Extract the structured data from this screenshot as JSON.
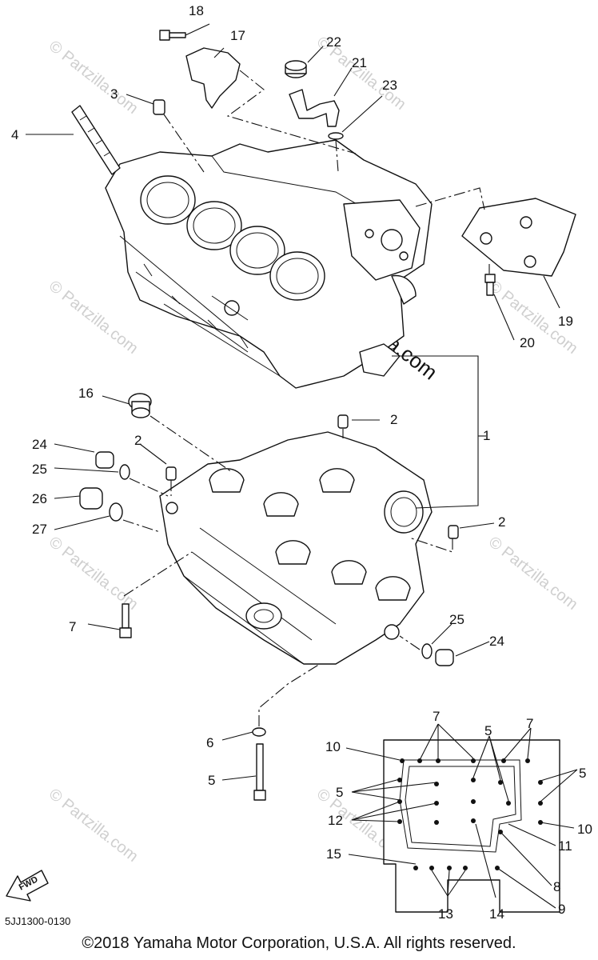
{
  "diagram": {
    "watermark": "© Partzilla.com",
    "fwd_label": "FWD",
    "reference_code": "5JJ1300-0130",
    "copyright": "©2018  Yamaha Motor Corporation, U.S.A. All rights reserved."
  },
  "callouts": {
    "c1": "1",
    "c2a": "2",
    "c2b": "2",
    "c2c": "2",
    "c3": "3",
    "c4": "4",
    "c5a": "5",
    "c5b": "5",
    "c5c": "5",
    "c5d": "5",
    "c6": "6",
    "c7a": "7",
    "c7b": "7",
    "c7c": "7",
    "c8": "8",
    "c9": "9",
    "c10a": "10",
    "c10b": "10",
    "c11": "11",
    "c12": "12",
    "c13": "13",
    "c14": "14",
    "c15": "15",
    "c16": "16",
    "c17": "17",
    "c18": "18",
    "c19": "19",
    "c20": "20",
    "c21": "21",
    "c22": "22",
    "c23": "23",
    "c24a": "24",
    "c24b": "24",
    "c25a": "25",
    "c25b": "25",
    "c26": "26",
    "c27": "27"
  }
}
